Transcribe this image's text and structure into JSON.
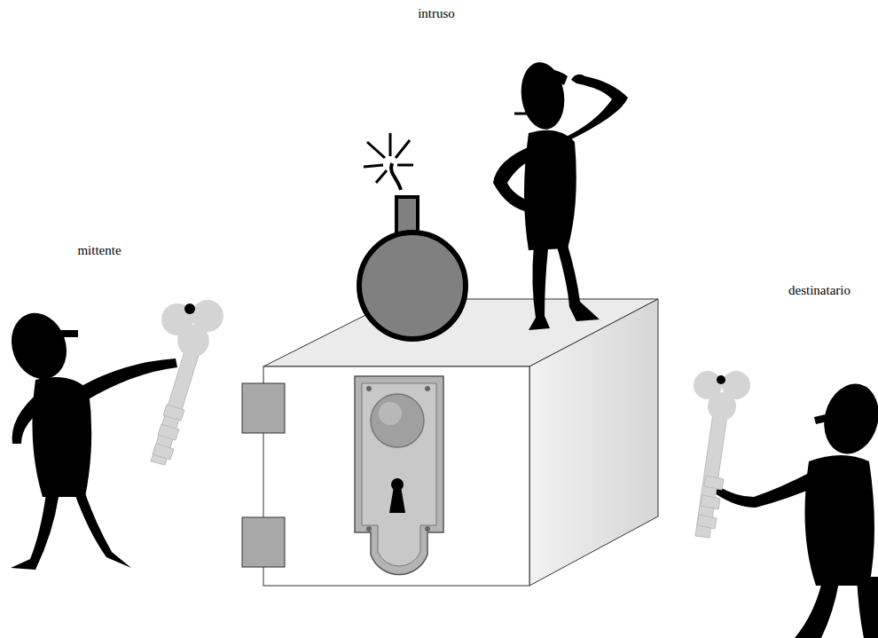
{
  "diagram": {
    "labels": [
      "intruso",
      "mittente",
      "destinatario"
    ]
  }
}
